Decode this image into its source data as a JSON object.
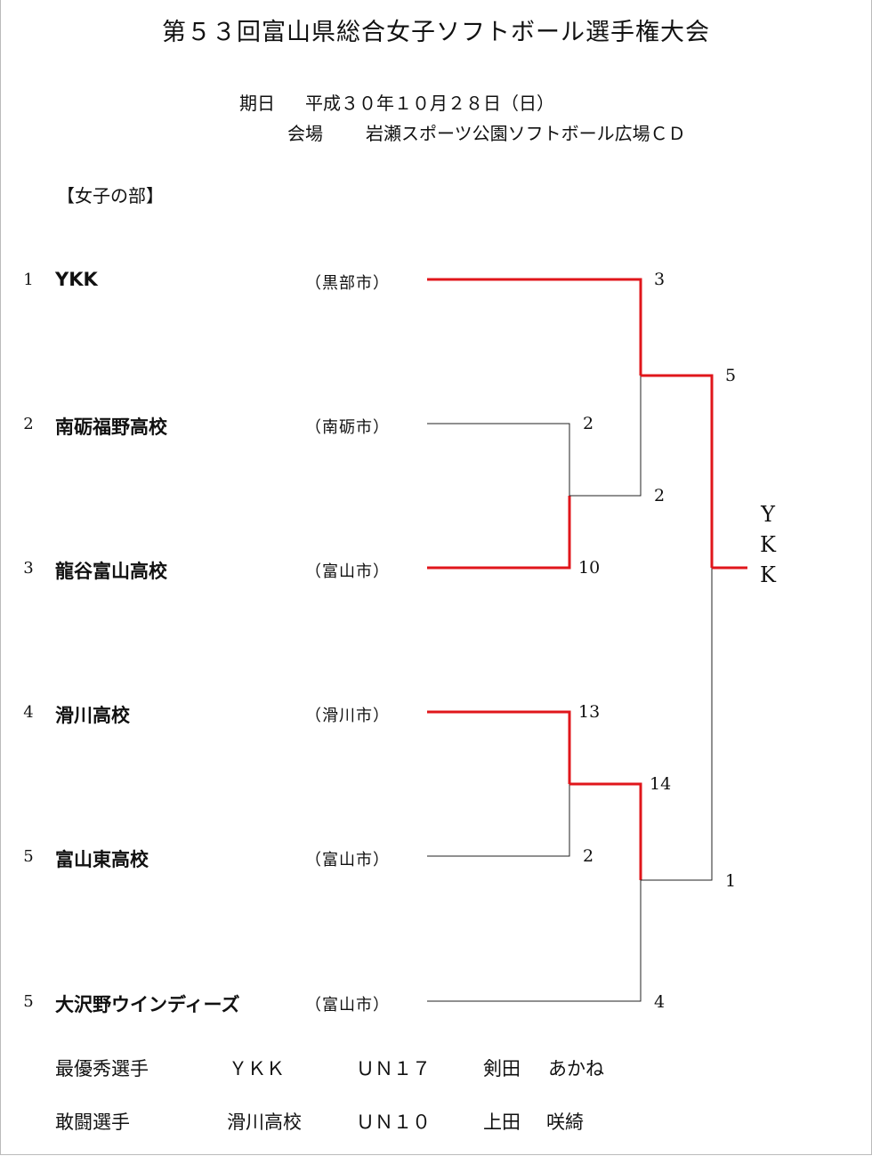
{
  "title": "第５３回富山県総合女子ソフトボール選手権大会",
  "date_label": "期日",
  "date_value": "平成３０年１０月２８日（日）",
  "venue_label": "会場",
  "venue_value": "岩瀬スポーツ公園ソフトボール広場ＣＤ",
  "section_label": "【女子の部】",
  "teams": [
    {
      "seed": "1",
      "name": "YKK",
      "city": "（黒部市）"
    },
    {
      "seed": "2",
      "name": "南砺福野高校",
      "city": "（南砺市）"
    },
    {
      "seed": "3",
      "name": "龍谷富山高校",
      "city": "（富山市）"
    },
    {
      "seed": "4",
      "name": "滑川高校",
      "city": "（滑川市）"
    },
    {
      "seed": "5",
      "name": "富山東高校",
      "city": "（富山市）"
    },
    {
      "seed": "5",
      "name": "大沢野ウインディーズ",
      "city": "（富山市）"
    }
  ],
  "scores": {
    "r1_top_a": "2",
    "r1_top_b": "10",
    "r1_bot_a": "13",
    "r1_bot_b": "2",
    "sf_top_a": "3",
    "sf_top_b": "2",
    "sf_bot_a": "14",
    "sf_bot_b": "4",
    "final_a": "5",
    "final_b": "1"
  },
  "champion": [
    "Y",
    "K",
    "K"
  ],
  "awards": [
    {
      "title": "最優秀選手",
      "team": "ＹＫＫ",
      "number": "ＵＮ１７",
      "surname": "剣田",
      "given": "あかね"
    },
    {
      "title": "敢闘選手",
      "team": "滑川高校",
      "number": "ＵＮ１０",
      "surname": "上田",
      "given": "咲綺"
    }
  ],
  "colors": {
    "winner_line": "#e0161b",
    "loser_line": "#222222"
  }
}
